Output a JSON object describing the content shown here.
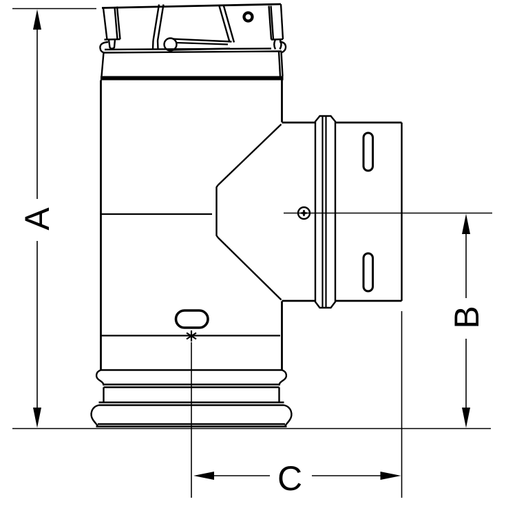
{
  "drawing": {
    "background_color": "#ffffff",
    "line_color": "#000000",
    "dimension_labels": {
      "a": "A",
      "b": "B",
      "c": "C"
    },
    "icons": {
      "seam_marker": "asterisk-mark",
      "branch_center_screw": "screw-head-icon",
      "cap_hole": "rivet-hole-icon",
      "dimension_arrows": "arrowhead-icon"
    }
  }
}
